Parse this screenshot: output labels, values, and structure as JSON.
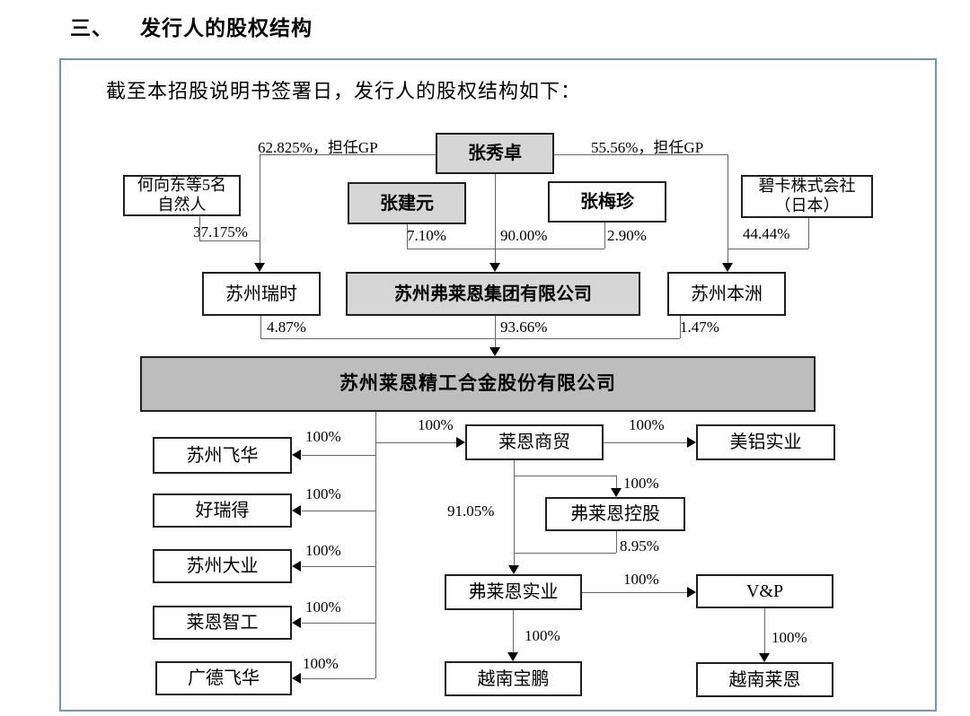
{
  "document": {
    "section_number": "三、",
    "section_title": "发行人的股权结构",
    "intro": "截至本招股说明书签署日，发行人的股权结构如下："
  },
  "colors": {
    "frame_border": "#7094c6",
    "node_fill_light_gray": "#d6d6d6",
    "node_fill_dark_gray": "#bdbdbd",
    "node_border": "#1f1f1f",
    "connector_line": "#666666",
    "text": "#000000"
  },
  "chart": {
    "type": "org-equity-structure",
    "nodes": {
      "zhang_xiuzhuo": {
        "label": "张秀卓"
      },
      "he_xiangdong": {
        "line1": "何向东等5名",
        "line2": "自然人"
      },
      "zhang_jianyuan": {
        "label": "张建元"
      },
      "zhang_meizhen": {
        "label": "张梅珍"
      },
      "bika": {
        "line1": "碧卡株式会社",
        "line2": "（日本）"
      },
      "suzhou_ruishi": {
        "label": "苏州瑞时"
      },
      "fulaien_group": {
        "label": "苏州弗莱恩集团有限公司"
      },
      "suzhou_benzhou": {
        "label": "苏州本洲"
      },
      "issuer": {
        "label": "苏州莱恩精工合金股份有限公司"
      },
      "suzhou_feihua": {
        "label": "苏州飞华"
      },
      "haoruide": {
        "label": "好瑞得"
      },
      "suzhou_daye": {
        "label": "苏州大业"
      },
      "laien_zhigong": {
        "label": "莱恩智工"
      },
      "guangde_feihua": {
        "label": "广德飞华"
      },
      "laien_shangmao": {
        "label": "莱恩商贸"
      },
      "meilv_shiye": {
        "label": "美铝实业"
      },
      "fulaien_konggu": {
        "label": "弗莱恩控股"
      },
      "fulaien_shiye": {
        "label": "弗莱恩实业"
      },
      "vp": {
        "label": "V&P"
      },
      "yuenan_baopeng": {
        "label": "越南宝鹏"
      },
      "yuenan_laien": {
        "label": "越南莱恩"
      }
    },
    "edges": [
      {
        "from": "张秀卓",
        "to": "苏州瑞时",
        "label": "62.825%，担任GP"
      },
      {
        "from": "张秀卓",
        "to": "苏州本洲",
        "label": "55.56%，担任GP"
      },
      {
        "from": "何向东等5名自然人",
        "to": "苏州瑞时",
        "label": "37.175%"
      },
      {
        "from": "张建元",
        "to": "苏州弗莱恩集团有限公司",
        "label": "7.10%"
      },
      {
        "from": "张秀卓",
        "to": "苏州弗莱恩集团有限公司",
        "label": "90.00%"
      },
      {
        "from": "张梅珍",
        "to": "苏州弗莱恩集团有限公司",
        "label": "2.90%"
      },
      {
        "from": "碧卡株式会社（日本）",
        "to": "苏州本洲",
        "label": "44.44%"
      },
      {
        "from": "苏州瑞时",
        "to": "苏州莱恩精工合金股份有限公司",
        "label": "4.87%"
      },
      {
        "from": "苏州弗莱恩集团有限公司",
        "to": "苏州莱恩精工合金股份有限公司",
        "label": "93.66%"
      },
      {
        "from": "苏州本洲",
        "to": "苏州莱恩精工合金股份有限公司",
        "label": "1.47%"
      },
      {
        "from": "苏州莱恩精工合金股份有限公司",
        "to": "苏州飞华",
        "label": "100%"
      },
      {
        "from": "苏州莱恩精工合金股份有限公司",
        "to": "好瑞得",
        "label": "100%"
      },
      {
        "from": "苏州莱恩精工合金股份有限公司",
        "to": "苏州大业",
        "label": "100%"
      },
      {
        "from": "苏州莱恩精工合金股份有限公司",
        "to": "莱恩智工",
        "label": "100%"
      },
      {
        "from": "苏州莱恩精工合金股份有限公司",
        "to": "广德飞华",
        "label": "100%"
      },
      {
        "from": "苏州莱恩精工合金股份有限公司",
        "to": "莱恩商贸",
        "label": "100%"
      },
      {
        "from": "莱恩商贸",
        "to": "美铝实业",
        "label": "100%"
      },
      {
        "from": "莱恩商贸",
        "to": "弗莱恩控股",
        "label": "100%"
      },
      {
        "from": "莱恩商贸",
        "to": "弗莱恩实业",
        "label": "91.05%"
      },
      {
        "from": "弗莱恩控股",
        "to": "弗莱恩实业",
        "label": "8.95%"
      },
      {
        "from": "弗莱恩实业",
        "to": "V&P",
        "label": "100%"
      },
      {
        "from": "弗莱恩实业",
        "to": "越南宝鹏",
        "label": "100%"
      },
      {
        "from": "V&P",
        "to": "越南莱恩",
        "label": "100%"
      }
    ]
  }
}
